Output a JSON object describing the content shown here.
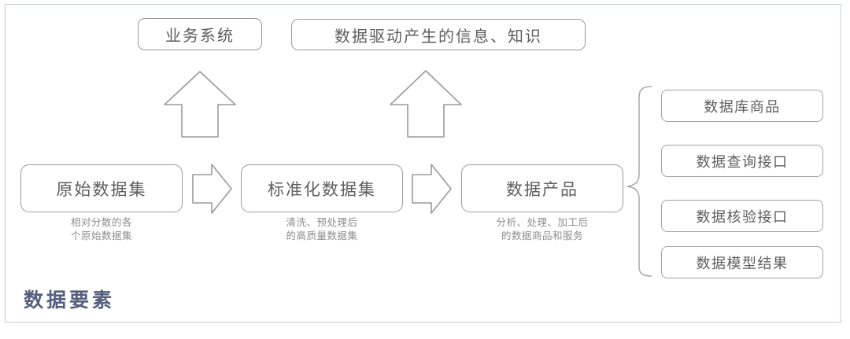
{
  "diagram": {
    "frame_border_color": "#c6cdd7",
    "box_border_color": "#9a9a9a",
    "box_text_color": "#5e5e5e",
    "caption_text_color": "#8d8d8d",
    "accent_color": "#555f7d",
    "footer_label": "数据要素",
    "top_boxes": [
      {
        "label": "业务系统"
      },
      {
        "label": "数据驱动产生的信息、知识"
      }
    ],
    "flow_boxes": [
      {
        "label": "原始数据集",
        "caption": "相对分散的各\n个原始数据集"
      },
      {
        "label": "标准化数据集",
        "caption": "清洗、预处理后\n的高质量数据集"
      },
      {
        "label": "数据产品",
        "caption": "分析、处理、加工后\n的数据商品和服务"
      }
    ],
    "side_boxes": [
      {
        "label": "数据库商品"
      },
      {
        "label": "数据查询接口"
      },
      {
        "label": "数据核验接口"
      },
      {
        "label": "数据模型结果"
      }
    ],
    "arrows": {
      "up_arrow_1": "up-arrow-icon",
      "up_arrow_2": "up-arrow-icon",
      "right_arrow_1": "right-arrow-icon",
      "right_arrow_2": "right-arrow-icon",
      "brace": "curly-brace-icon"
    }
  }
}
